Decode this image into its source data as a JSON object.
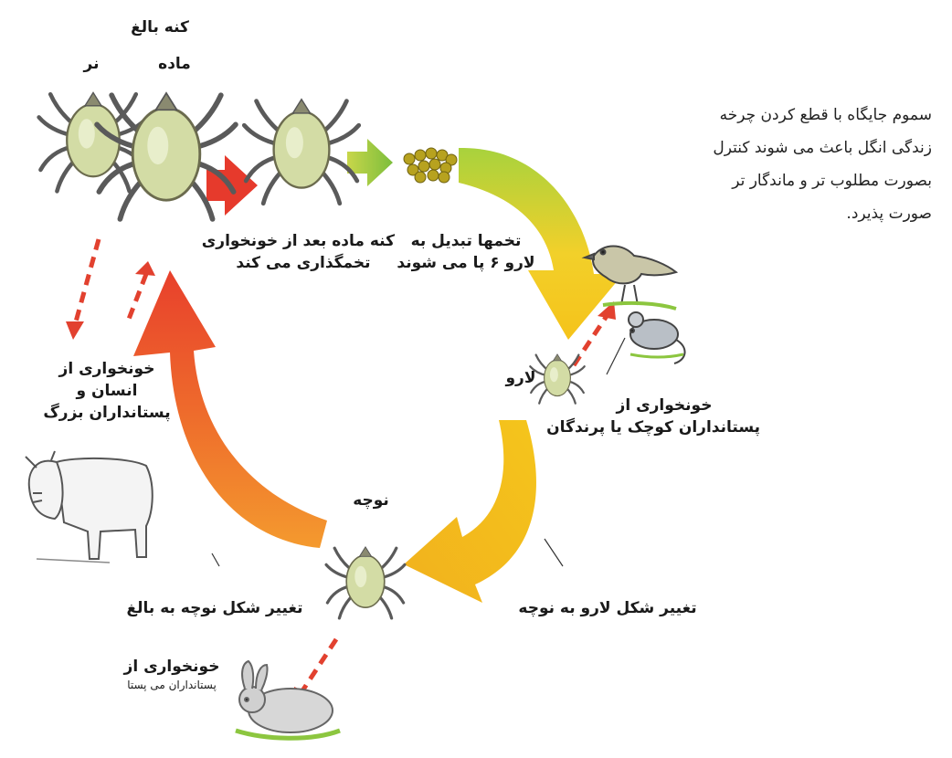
{
  "labels": {
    "adult_tick": "کنه بالغ",
    "male": "نر",
    "female": "ماده",
    "female_feeding_laying": [
      "کنه ماده بعد از خونخواری",
      "تخمگذاری می کند"
    ],
    "eggs_hatch": [
      "تخمها تبدیل به",
      "لارو ۶ پا می شوند"
    ],
    "larva": "لارو",
    "larva_host": [
      "خونخواری از",
      "پستانداران کوچک یا پرندگان"
    ],
    "larva_to_nymph": "تغییر شکل لارو به نوچه",
    "nymph": "نوچه",
    "nymph_to_adult": "تغییر شکل نوچه به بالغ",
    "nymph_host": [
      "خونخواری از",
      "پستانداران می پستا"
    ],
    "adult_host": [
      "خونخواری از",
      "انسان و",
      "پستانداران بزرگ"
    ]
  },
  "side_note": [
    "سموم جایگاه با قطع کردن چرخه",
    "زندگی انگل باعث می شوند کنترل",
    "بصورت مطلوب تر و ماندگار تر",
    "صورت پذیرد."
  ],
  "colors": {
    "tick_body": "#d3dca5",
    "tick_legs": "#5a5a5a",
    "eggs": "#b7a21f",
    "arrow_red": "#e63a2c",
    "arrow_green": "#8cc63f",
    "arrow_yellow": "#f2c21b",
    "arrow_orange": "#ee7d26",
    "dashed_red": "#e2412f"
  },
  "icons": [
    "tick-icon",
    "egg-cluster-icon",
    "bird-icon",
    "mouse-icon",
    "cow-icon",
    "rabbit-icon"
  ]
}
